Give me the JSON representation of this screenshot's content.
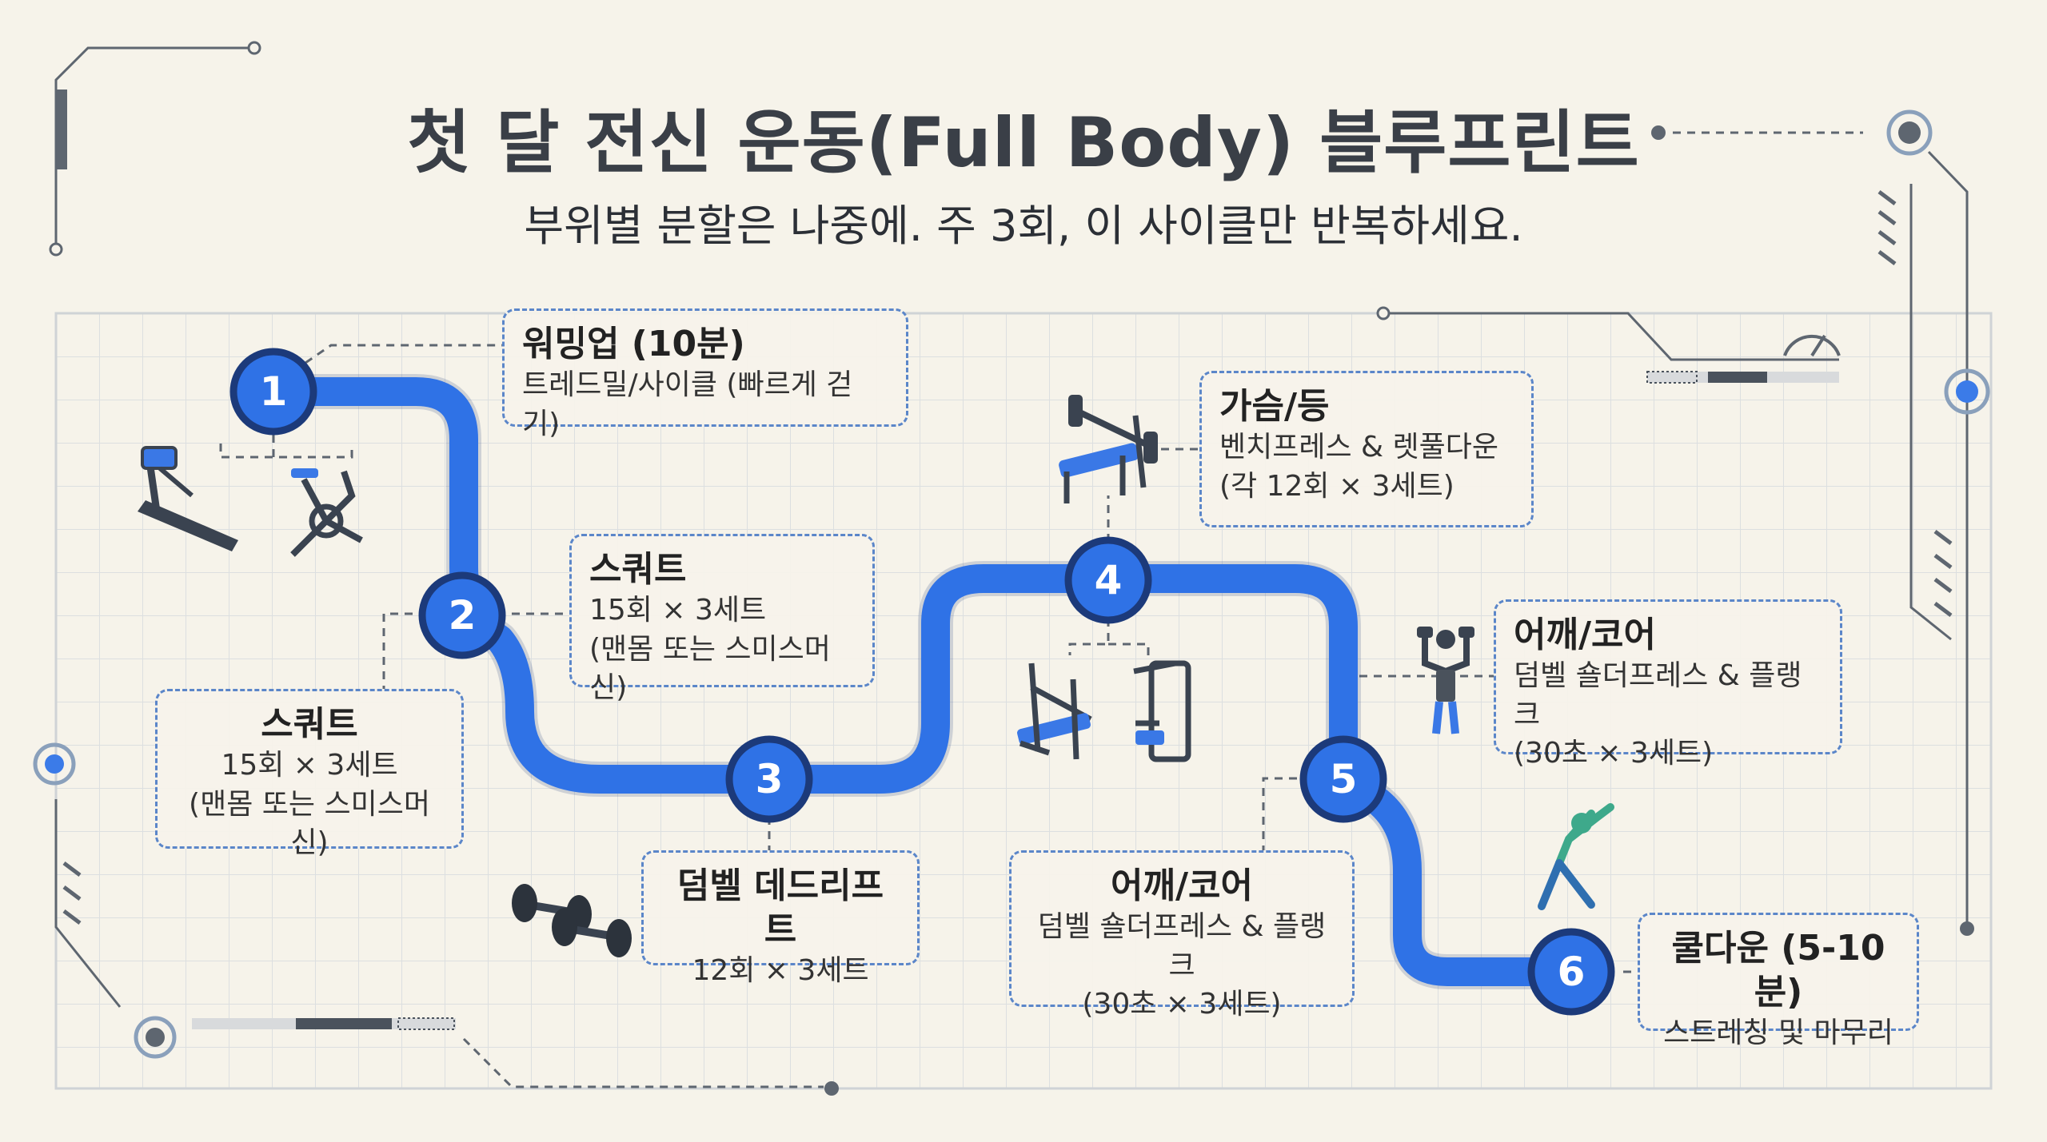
{
  "header": {
    "title": "첫 달 전신 운동(Full Body) 블루프린트",
    "subtitle": "부위별 분할은 나중에. 주 3회, 이 사이클만 반복하세요."
  },
  "colors": {
    "path": "#2f72e6",
    "node_fill": "#2f72e6",
    "node_border": "#1c3a7a",
    "box_border": "#5b86c9",
    "background": "#f6f3ea",
    "grid": "#dde0e2"
  },
  "steps": [
    {
      "num": "1",
      "title": "워밍업 (10분)",
      "lines": [
        "트레드밀/사이클 (빠르게 걷기)"
      ],
      "icon": "treadmill-bike-icon"
    },
    {
      "num": "2",
      "title": "스쿼트",
      "lines": [
        "15회 × 3세트",
        "(맨몸 또는 스미스머신)"
      ],
      "icon": "none"
    },
    {
      "num": "3",
      "title": "덤벨 데드리프트",
      "lines": [
        "12회 × 3세트"
      ],
      "icon": "dumbbells-icon"
    },
    {
      "num": "4",
      "title": "가슴/등",
      "lines": [
        "벤치프레스 & 렛풀다운",
        "(각 12회 × 3세트)"
      ],
      "icon": "bench-press-icon"
    },
    {
      "num": "5",
      "title": "어깨/코어",
      "lines": [
        "덤벨 숄더프레스 & 플랭크",
        "(30초 × 3세트)"
      ],
      "icon": "shoulder-press-icon"
    },
    {
      "num": "6",
      "title": "쿨다운 (5-10분)",
      "lines": [
        "스트레칭 및 마무리"
      ],
      "icon": "stretching-icon"
    }
  ],
  "duplicates": {
    "squat": {
      "title": "스쿼트",
      "lines": [
        "15회 × 3세트",
        "(맨몸 또는 스미스머신)"
      ]
    },
    "shoulder": {
      "title": "어깨/코어",
      "lines": [
        "덤벨 숄더프레스 & 플랭크",
        "(30초 × 3세트)"
      ]
    }
  }
}
